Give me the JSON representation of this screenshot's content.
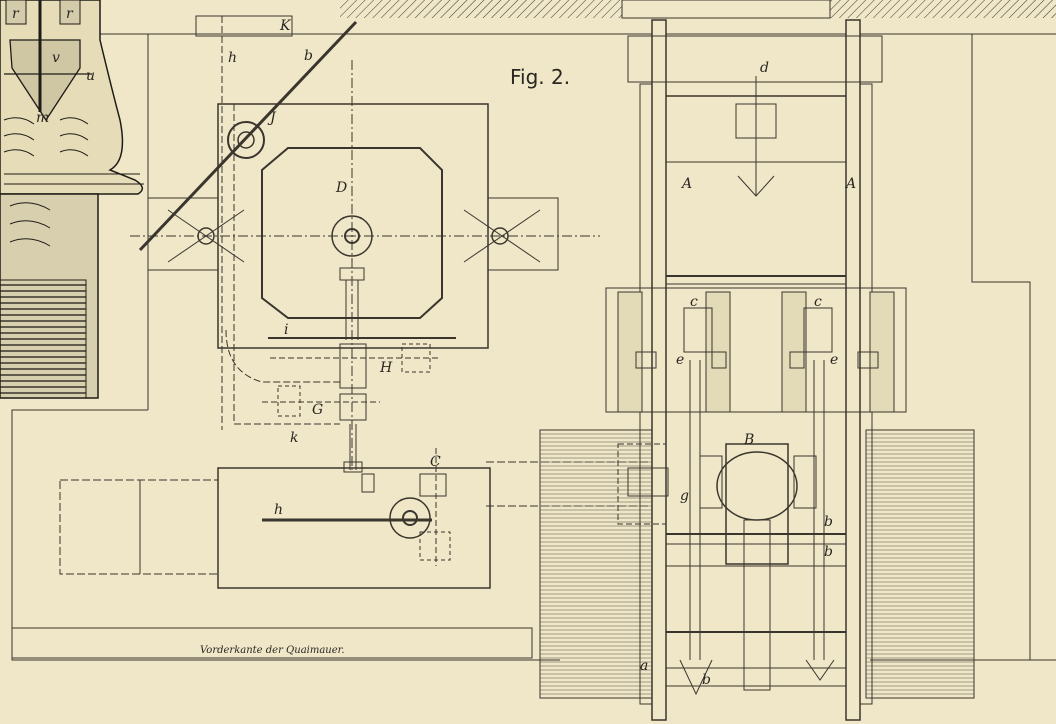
{
  "figure_title": "Fig. 2.",
  "caption": "Vorderkante der Quaimauer.",
  "labels": {
    "K": "K",
    "h_top": "h",
    "b_top": "b",
    "J": "J",
    "D": "D",
    "i": "i",
    "H": "H",
    "G": "G",
    "k": "k",
    "C": "C",
    "h_low": "h",
    "d": "d",
    "A_left": "A",
    "A_right": "A",
    "c_left": "c",
    "c_right": "c",
    "e_left": "e",
    "e_right": "e",
    "B": "B",
    "g": "g",
    "b_right1": "b",
    "b_right2": "b",
    "a": "a",
    "b_bottom": "b",
    "v": "v",
    "u": "u",
    "m": "m",
    "r1": "r",
    "r2": "r"
  },
  "colors": {
    "paper": "#efe7c8",
    "ink": "#3a362e",
    "dark_ink": "#1f1c17"
  }
}
